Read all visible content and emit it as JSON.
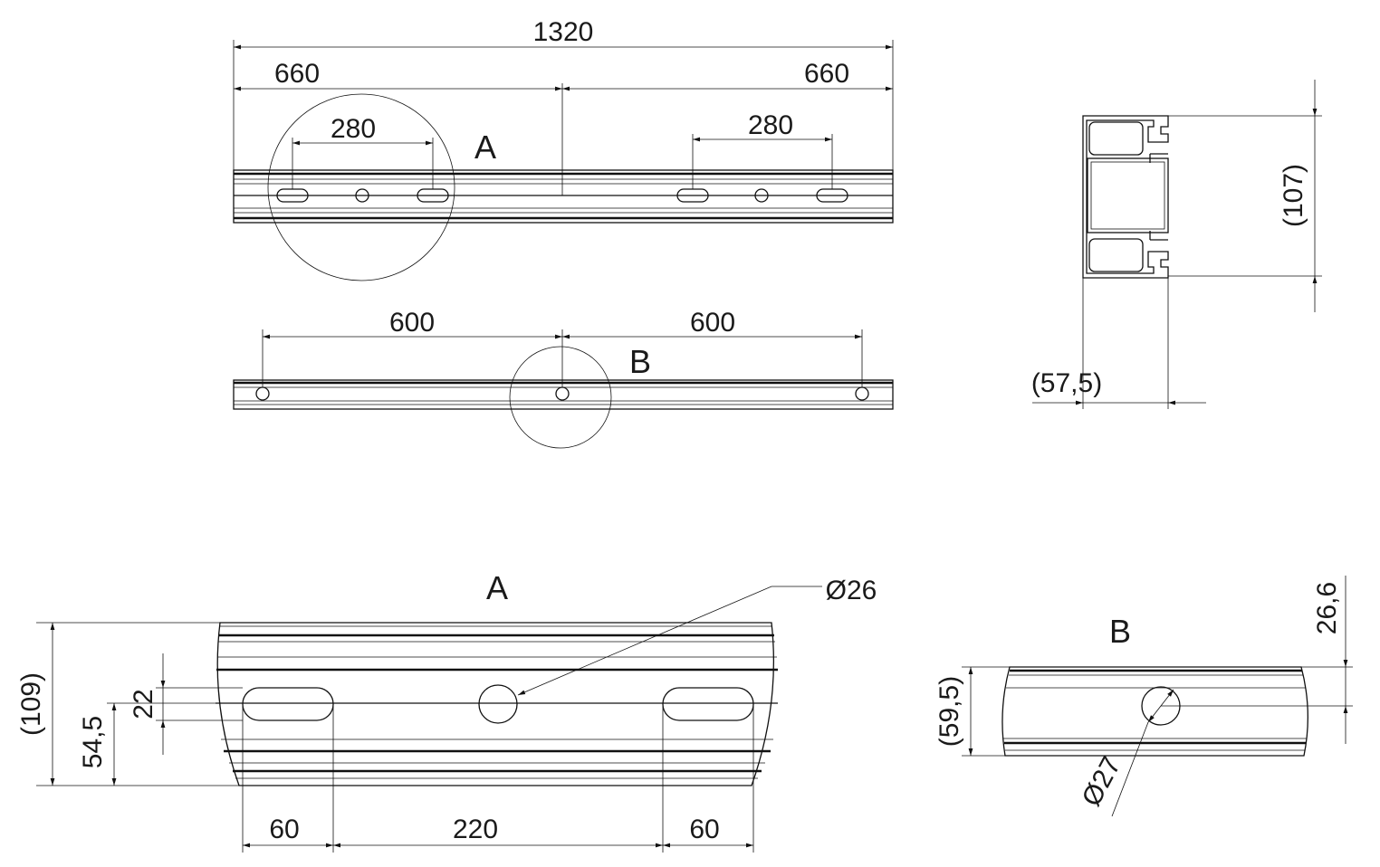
{
  "drawing": {
    "top_view": {
      "overall_length": "1320",
      "half_left": "660",
      "half_right": "660",
      "slot_spacing_left": "280",
      "slot_spacing_right": "280",
      "detail_label": "A"
    },
    "bottom_view": {
      "spacing_left": "600",
      "spacing_right": "600",
      "detail_label": "B"
    },
    "section_view": {
      "height": "(107)",
      "width": "(57,5)"
    },
    "detail_a": {
      "title": "A",
      "hole_diameter": "Ø26",
      "height": "(109)",
      "center_height": "54,5",
      "slot_width": "22",
      "slot_length_left": "60",
      "slot_spacing": "220",
      "slot_length_right": "60"
    },
    "detail_b": {
      "title": "B",
      "offset": "26,6",
      "height": "(59,5)",
      "hole_diameter": "Ø27"
    }
  }
}
